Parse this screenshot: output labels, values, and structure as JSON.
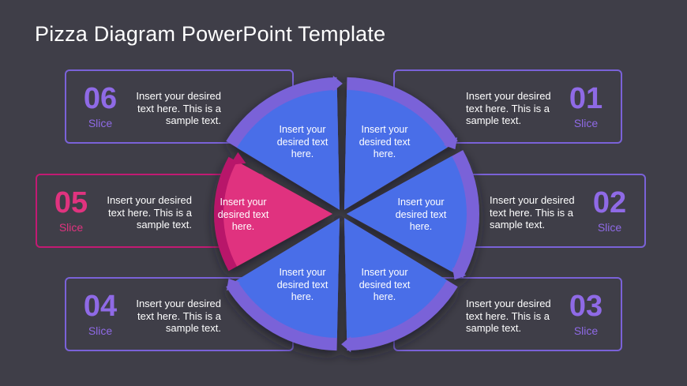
{
  "title": "Pizza Diagram PowerPoint Template",
  "colors": {
    "accent": "#8f6ae6",
    "slice": "#4a6ee8",
    "ring": "#7a62d8",
    "highlight": "#e0337f",
    "background": "#3f3e48"
  },
  "slices": [
    {
      "number": "01",
      "label": "Slice",
      "card_text": "Insert your desired text here. This is a sample text.",
      "slice_text": "Insert your desired text here."
    },
    {
      "number": "02",
      "label": "Slice",
      "card_text": "Insert your desired text here. This is a sample text.",
      "slice_text": "Insert your desired text here."
    },
    {
      "number": "03",
      "label": "Slice",
      "card_text": "Insert your desired text here. This is a sample text.",
      "slice_text": "Insert your desired text here."
    },
    {
      "number": "04",
      "label": "Slice",
      "card_text": "Insert your desired text here. This is a sample text.",
      "slice_text": "Insert your desired text here."
    },
    {
      "number": "05",
      "label": "Slice",
      "card_text": "Insert your desired text here. This is a sample text.",
      "slice_text": "Insert your desired text here."
    },
    {
      "number": "06",
      "label": "Slice",
      "card_text": "Insert your desired text here. This is a sample text.",
      "slice_text": "Insert your desired text here."
    }
  ]
}
